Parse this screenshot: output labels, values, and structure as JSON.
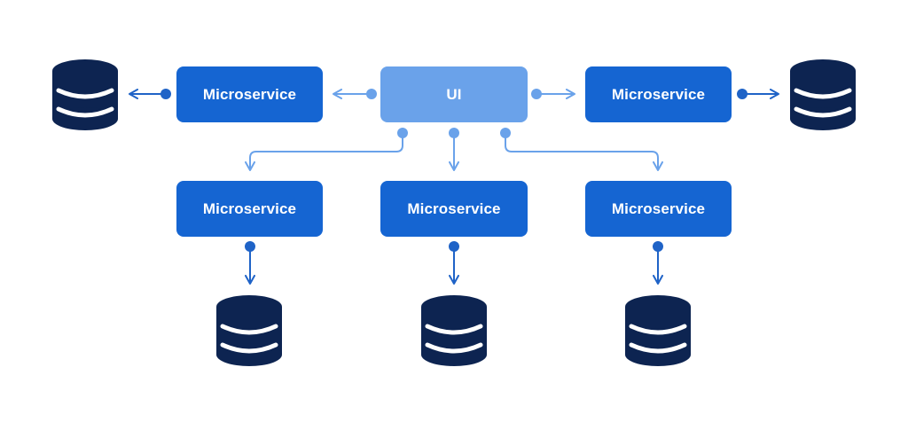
{
  "diagram": {
    "ui_label": "UI",
    "services": {
      "left": "Microservice",
      "right": "Microservice",
      "bottom_left": "Microservice",
      "bottom_center": "Microservice",
      "bottom_right": "Microservice"
    }
  },
  "colors": {
    "service_fill": "#1565d2",
    "ui_fill": "#6aa2ea",
    "database_fill": "#0d2451",
    "connector_dark": "#1f63c7",
    "connector_light": "#6aa2ea"
  },
  "icons": {
    "database": "database-icon",
    "connector_dot": "dot",
    "arrow": "arrow-head"
  }
}
